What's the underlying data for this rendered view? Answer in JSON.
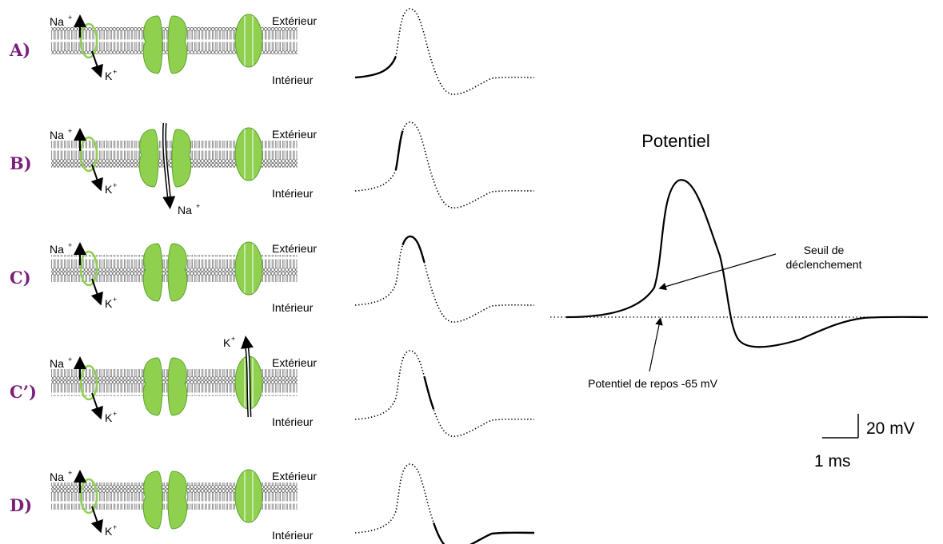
{
  "membrane": {
    "outside_label": "Extérieur",
    "inside_label": "Intérieur",
    "ion_na": "Na",
    "ion_k": "K",
    "ion_charge": "+"
  },
  "rows": [
    {
      "label": "A)",
      "segment": "rise"
    },
    {
      "label": "B)",
      "segment": "upstroke",
      "flux": "Na"
    },
    {
      "label": "C)",
      "segment": "peak"
    },
    {
      "label": "C’)",
      "segment": "fall",
      "flux": "K"
    },
    {
      "label": "D)",
      "segment": "undershoot"
    }
  ],
  "main": {
    "title": "Potentiel",
    "threshold_line1": "Seuil de",
    "threshold_line2": "déclenchement",
    "rest_label": "Potentiel de repos -65 mV",
    "scale_v": "20 mV",
    "scale_t": "1 ms"
  },
  "colors": {
    "channel": "#8fd14f",
    "channel_edge": "#5ea12d",
    "row_label": "#7a1f7a",
    "membrane": "#555555"
  }
}
